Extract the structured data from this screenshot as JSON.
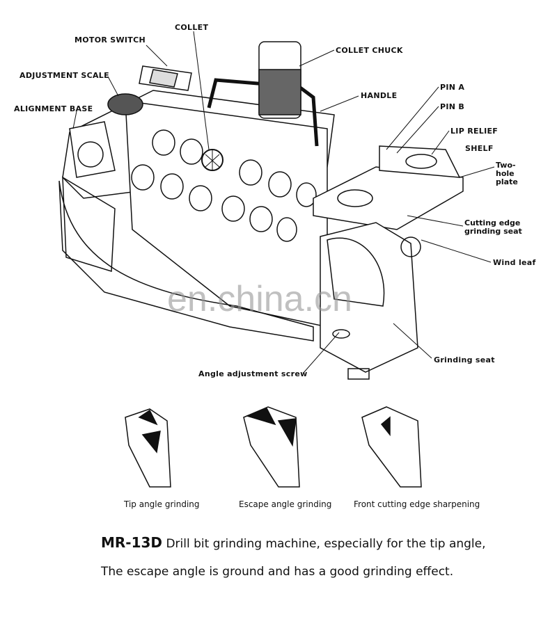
{
  "labels": {
    "motor_switch": "MOTOR SWITCH",
    "collet": "COLLET",
    "collet_chuck": "COLLET CHUCK",
    "adjustment_scale": "ADJUSTMENT SCALE",
    "alignment_base": "ALIGNMENT BASE",
    "handle": "HANDLE",
    "pin_a": "PIN A",
    "pin_b": "PIN B",
    "lip_relief": "LIP RELIEF",
    "shelf": "SHELF",
    "two_hole_plate": "Two-hole plate",
    "cutting_edge_seat": "Cutting edge grinding seat",
    "wind_leaf": "Wind leaf",
    "grinding_seat": "Grinding seat",
    "angle_screw": "Angle adjustment screw"
  },
  "watermark": "en.china.cn",
  "captions": [
    "Tip angle grinding",
    "Escape angle grinding",
    "Front cutting edge sharpening"
  ],
  "description": {
    "model": "MR-13D",
    "line1": "Drill bit grinding machine, especially for the tip angle,",
    "line2": "The escape angle is ground and has a good grinding effect."
  }
}
